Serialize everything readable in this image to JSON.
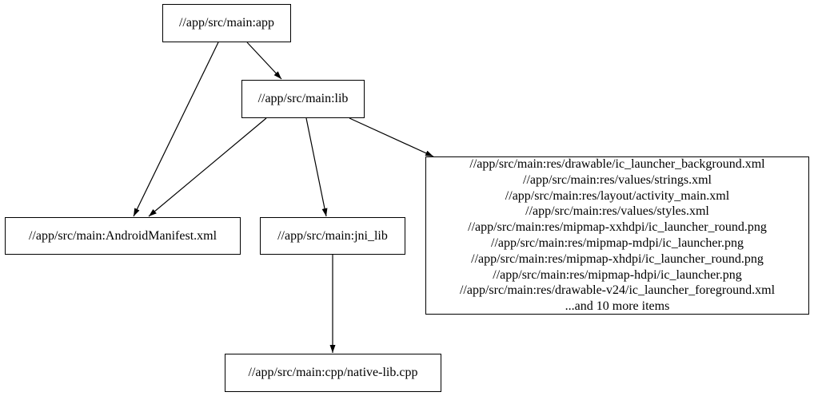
{
  "graph": {
    "background_color": "#ffffff",
    "stroke_color": "#000000",
    "nodes": {
      "app": {
        "label": "//app/src/main:app"
      },
      "lib": {
        "label": "//app/src/main:lib"
      },
      "manifest": {
        "label": "//app/src/main:AndroidManifest.xml"
      },
      "jni_lib": {
        "label": "//app/src/main:jni_lib"
      },
      "res": {
        "lines": [
          "//app/src/main:res/drawable/ic_launcher_background.xml",
          "//app/src/main:res/values/strings.xml",
          "//app/src/main:res/layout/activity_main.xml",
          "//app/src/main:res/values/styles.xml",
          "//app/src/main:res/mipmap-xxhdpi/ic_launcher_round.png",
          "//app/src/main:res/mipmap-mdpi/ic_launcher.png",
          "//app/src/main:res/mipmap-xhdpi/ic_launcher_round.png",
          "//app/src/main:res/mipmap-hdpi/ic_launcher.png",
          "//app/src/main:res/drawable-v24/ic_launcher_foreground.xml",
          "...and 10 more items"
        ]
      },
      "cpp": {
        "label": "//app/src/main:cpp/native-lib.cpp"
      }
    },
    "edges": [
      {
        "from": "app",
        "to": "manifest"
      },
      {
        "from": "app",
        "to": "lib"
      },
      {
        "from": "lib",
        "to": "manifest"
      },
      {
        "from": "lib",
        "to": "jni_lib"
      },
      {
        "from": "lib",
        "to": "res"
      },
      {
        "from": "jni_lib",
        "to": "cpp"
      }
    ]
  }
}
